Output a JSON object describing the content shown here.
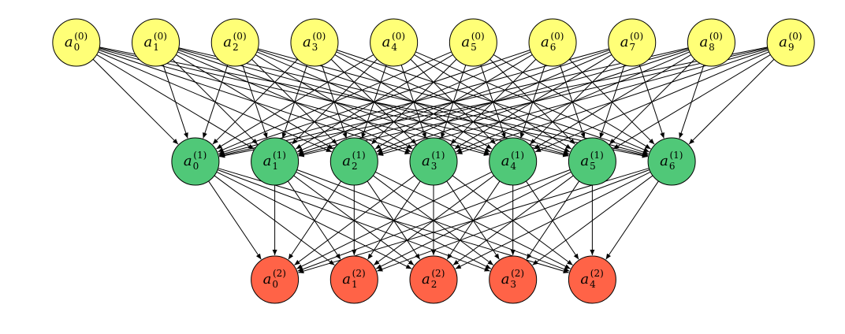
{
  "diagram": {
    "type": "feed-forward-network",
    "colors": {
      "background": "#ffffff",
      "edge": "#000000",
      "node_stroke": "#000000"
    },
    "layers": [
      {
        "index": 0,
        "color": "#ffff77",
        "nodes": [
          {
            "base": "a",
            "sub": "0",
            "sup": "(0)"
          },
          {
            "base": "a",
            "sub": "1",
            "sup": "(0)"
          },
          {
            "base": "a",
            "sub": "2",
            "sup": "(0)"
          },
          {
            "base": "a",
            "sub": "3",
            "sup": "(0)"
          },
          {
            "base": "a",
            "sub": "4",
            "sup": "(0)"
          },
          {
            "base": "a",
            "sub": "5",
            "sup": "(0)"
          },
          {
            "base": "a",
            "sub": "6",
            "sup": "(0)"
          },
          {
            "base": "a",
            "sub": "7",
            "sup": "(0)"
          },
          {
            "base": "a",
            "sub": "8",
            "sup": "(0)"
          },
          {
            "base": "a",
            "sub": "9",
            "sup": "(0)"
          }
        ]
      },
      {
        "index": 1,
        "color": "#50c878",
        "nodes": [
          {
            "base": "a",
            "sub": "0",
            "sup": "(1)"
          },
          {
            "base": "a",
            "sub": "1",
            "sup": "(1)"
          },
          {
            "base": "a",
            "sub": "2",
            "sup": "(1)"
          },
          {
            "base": "a",
            "sub": "3",
            "sup": "(1)"
          },
          {
            "base": "a",
            "sub": "4",
            "sup": "(1)"
          },
          {
            "base": "a",
            "sub": "5",
            "sup": "(1)"
          },
          {
            "base": "a",
            "sub": "6",
            "sup": "(1)"
          }
        ]
      },
      {
        "index": 2,
        "color": "#ff6347",
        "nodes": [
          {
            "base": "a",
            "sub": "0",
            "sup": "(2)"
          },
          {
            "base": "a",
            "sub": "1",
            "sup": "(2)"
          },
          {
            "base": "a",
            "sub": "2",
            "sup": "(2)"
          },
          {
            "base": "a",
            "sub": "3",
            "sup": "(2)"
          },
          {
            "base": "a",
            "sub": "4",
            "sup": "(2)"
          }
        ]
      }
    ],
    "connectivity": "fully-connected"
  }
}
